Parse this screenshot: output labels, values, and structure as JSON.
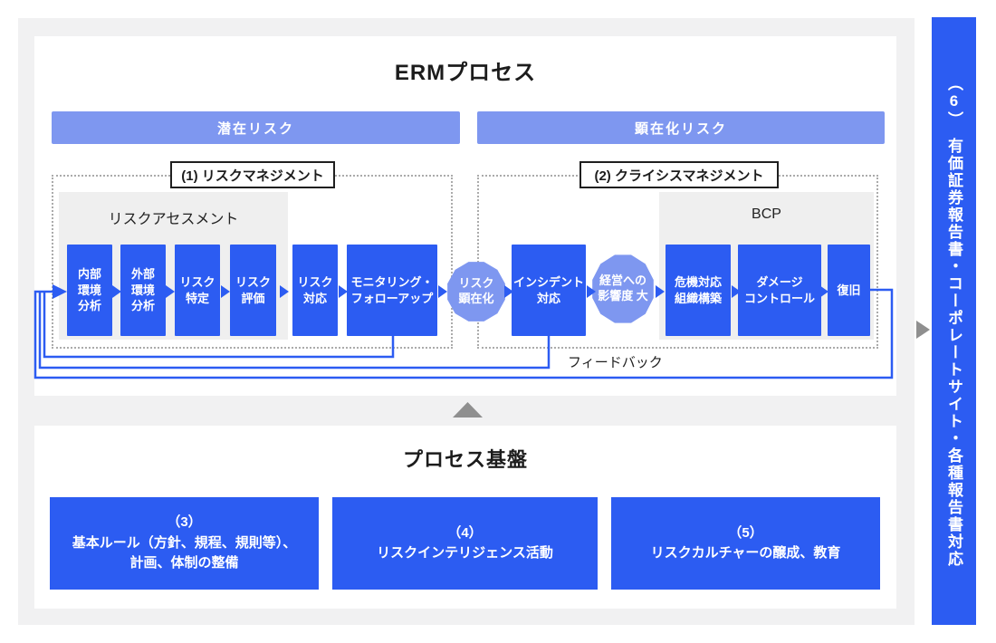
{
  "colors": {
    "primary_blue": "#2c5cf2",
    "light_blue": "#7e97f0",
    "canvas_gray": "#f1f1f2",
    "group_gray": "#efefef",
    "arrow_gray": "#8f8f8f"
  },
  "erm_panel": {
    "title": "ERMプロセス",
    "lanes": {
      "latent": "潜在リスク",
      "manifested": "顕在化リスク"
    },
    "risk_management": {
      "label": "(1) リスクマネジメント",
      "assessment_group": {
        "title": "リスクアセスメント",
        "steps": [
          "内部\n環境\n分析",
          "外部\n環境\n分析",
          "リスク\n特定",
          "リスク\n評価"
        ]
      },
      "steps": [
        "リスク\n対応",
        "モニタリング・\nフォローアップ"
      ]
    },
    "risk_manifestation_badge": "リスク\n顕在化",
    "crisis_management": {
      "label": "(2) クライシスマネジメント",
      "incident_step": "インシデント\n対応",
      "impact_badge": "経営への\n影響度 大",
      "bcp_group": {
        "title": "BCP",
        "steps": [
          "危機対応\n組織構築",
          "ダメージ\nコントロール",
          "復旧"
        ]
      }
    },
    "feedback_label": "フィードバック"
  },
  "foundation_panel": {
    "title": "プロセス基盤",
    "boxes": [
      "（3）\n基本ルール（方針、規程、規則等）、\n計画、体制の整備",
      "（4）\nリスクインテリジェンス活動",
      "（5）\nリスクカルチャーの醸成、教育"
    ]
  },
  "sidebar": {
    "number": "（6）",
    "label": "有価証券報告書・コーポレートサイト・各種報告書対応"
  }
}
